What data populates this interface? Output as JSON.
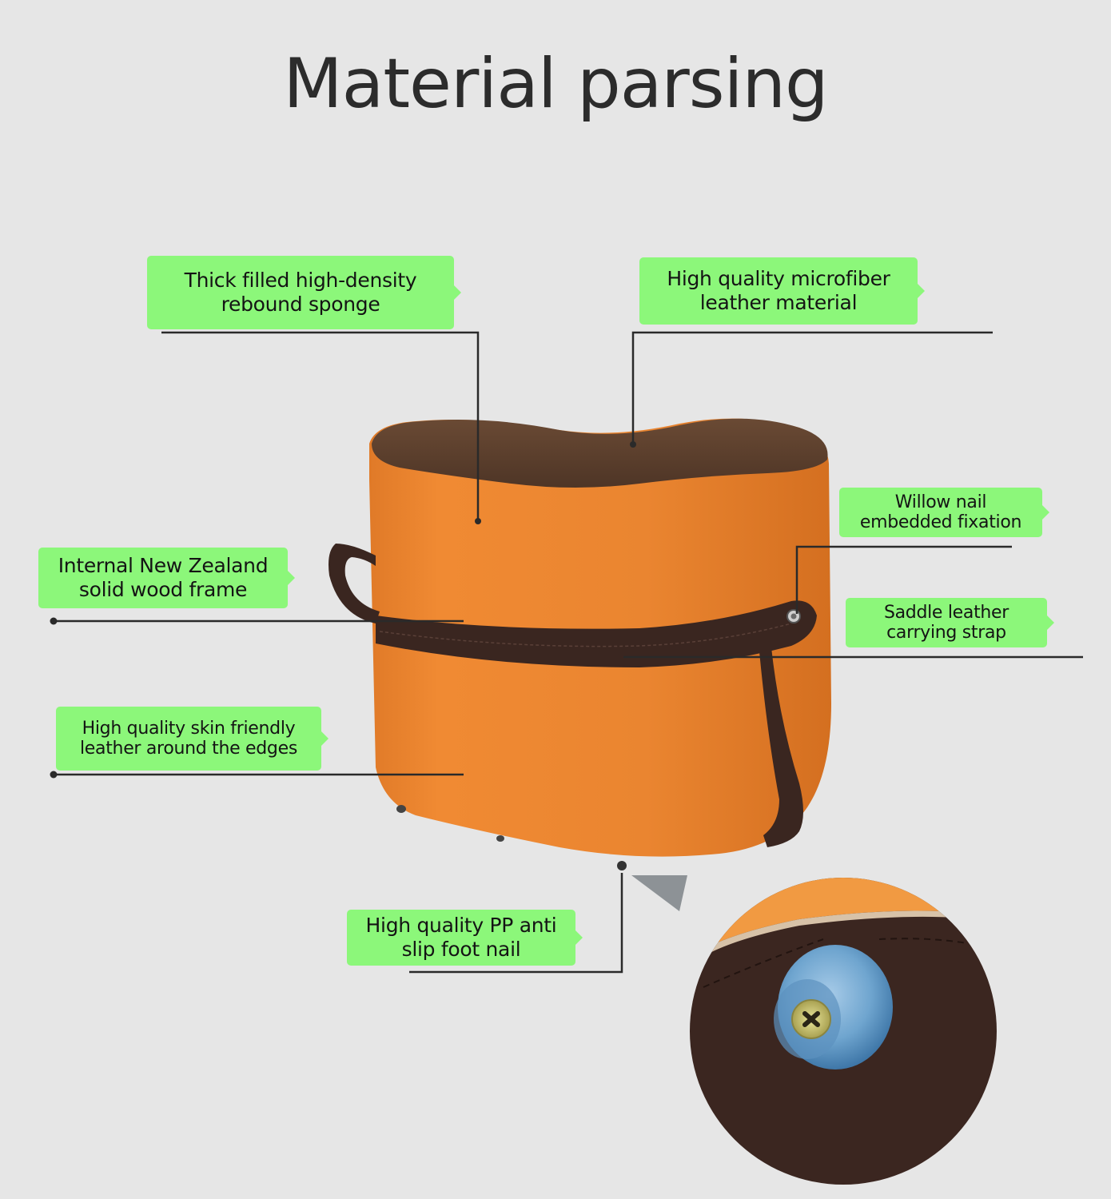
{
  "header": {
    "title": "Material parsing"
  },
  "callouts": [
    {
      "id": "sponge",
      "lines": [
        "Thick filled high-density",
        "rebound sponge"
      ]
    },
    {
      "id": "microfiber",
      "lines": [
        "High quality microfiber",
        "leather material"
      ]
    },
    {
      "id": "willow-nail",
      "lines": [
        "Willow nail",
        "embedded fixation"
      ]
    },
    {
      "id": "wood-frame",
      "lines": [
        "Internal New Zealand",
        "solid wood frame"
      ]
    },
    {
      "id": "strap",
      "lines": [
        "Saddle leather",
        "carrying strap"
      ]
    },
    {
      "id": "edge-leather",
      "lines": [
        "High quality skin friendly",
        "leather around the edges"
      ]
    },
    {
      "id": "foot-nail",
      "lines": [
        "High quality PP anti",
        "slip foot nail"
      ]
    }
  ],
  "product": {
    "name": "stool",
    "body_color": "#e8822e",
    "top_color": "#5a3e2b",
    "strap_color": "#3a2620",
    "foot_nail_color": "#6fa5cf"
  },
  "colors": {
    "background": "#e6e6e6",
    "callout_fill": "#8cf77a",
    "leader_line": "#2a2a2a"
  }
}
